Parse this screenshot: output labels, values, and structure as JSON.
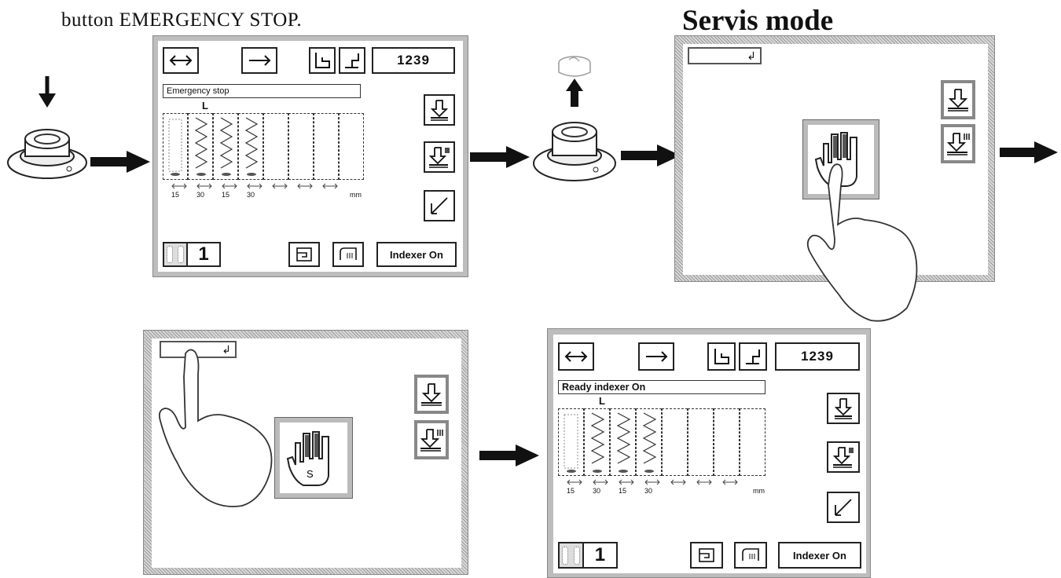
{
  "caption": "button EMERGENCY STOP.",
  "heading": "Servis mode",
  "icons": {
    "stop_button": "emergency-stop-button",
    "reset_icon": "cylinder-reset-icon",
    "arrow": "flow-arrow"
  },
  "panel_a": {
    "counter": "1239",
    "status": "Emergency stop",
    "marker": "L",
    "spacings": [
      "15",
      "30",
      "15",
      "30"
    ],
    "unit": "mm",
    "pedal_count": "1",
    "indexer_label": "Indexer On"
  },
  "panel_d": {
    "counter": "1239",
    "status": "Ready indexer On",
    "marker": "L",
    "spacings": [
      "15",
      "30",
      "15",
      "30"
    ],
    "unit": "mm",
    "pedal_count": "1",
    "indexer_label": "Indexer On"
  },
  "service_tab_glyph": "↲",
  "service_badge": "S",
  "colors": {
    "frame": "#bdbdbd",
    "ink": "#111111"
  }
}
